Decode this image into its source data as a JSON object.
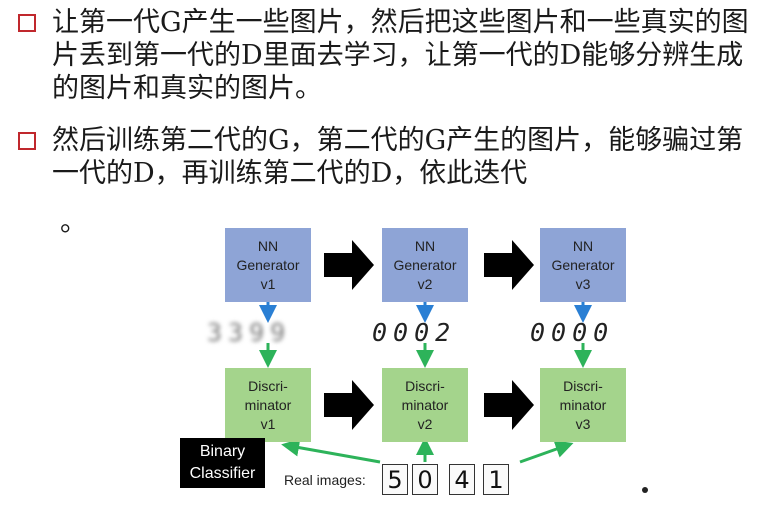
{
  "bullets": [
    {
      "text": "让第一代G产生一些图片，然后把这些图片和一些真实的图片丢到第一代的D里面去学习，让第一代的D能够分辨生成的图片和真实的图片。"
    },
    {
      "text": "然后训练第二代的G，第二代的G产生的图片，能够骗过第一代的D，再训练第二代的D，依此迭代"
    },
    {
      "continuation": "。"
    }
  ],
  "generators": [
    {
      "line1": "NN",
      "line2": "Generator",
      "line3": "v1"
    },
    {
      "line1": "NN",
      "line2": "Generator",
      "line3": "v2"
    },
    {
      "line1": "NN",
      "line2": "Generator",
      "line3": "v3"
    }
  ],
  "discriminators": [
    {
      "line1": "Discri-",
      "line2": "minator",
      "line3": "v1"
    },
    {
      "line1": "Discri-",
      "line2": "minator",
      "line3": "v2"
    },
    {
      "line1": "Discri-",
      "line2": "minator",
      "line3": "v3"
    }
  ],
  "generated_images": [
    "3399",
    "0002",
    "0000"
  ],
  "binary_classifier": {
    "line1": "Binary",
    "line2": "Classifier"
  },
  "real_images": {
    "label": "Real images:",
    "digits": [
      "5",
      "0",
      "4",
      "1"
    ]
  },
  "colors": {
    "bullet_box": "#c0282d",
    "generator": "#8ea4d6",
    "discriminator": "#a4d48c",
    "blue_arrow": "#2a7fd4",
    "green_arrow": "#2db35a"
  }
}
